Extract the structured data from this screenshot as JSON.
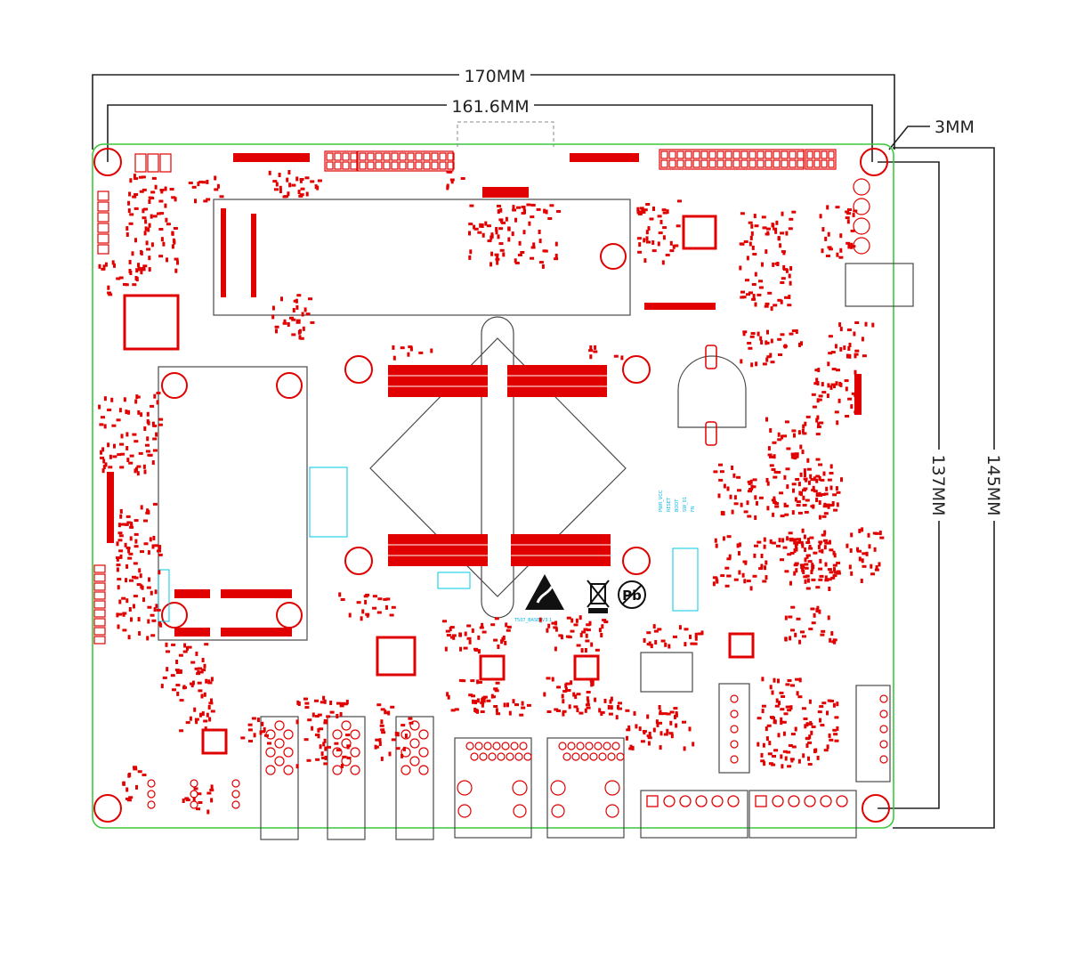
{
  "dimensions": {
    "overall_width": "170MM",
    "hole_spacing_width": "161.6MM",
    "edge_offset": "3MM",
    "hole_spacing_height": "137MM",
    "overall_height": "145MM"
  },
  "silkscreen": {
    "board_label": "T507_BASE_V3.1",
    "side_labels": [
      "PWR_VCC",
      "RESET",
      "BOOT",
      "SW_01",
      "FN"
    ]
  },
  "colors": {
    "outline": "#3cc83c",
    "copper": "#e00000",
    "silk": "#4a4a4a",
    "keepout": "#00c8e6",
    "dimension": "#222222"
  },
  "icons": {
    "esd": "esd-warning-icon",
    "weee": "crossed-bin-icon",
    "lead_free": "lead-free-icon"
  }
}
